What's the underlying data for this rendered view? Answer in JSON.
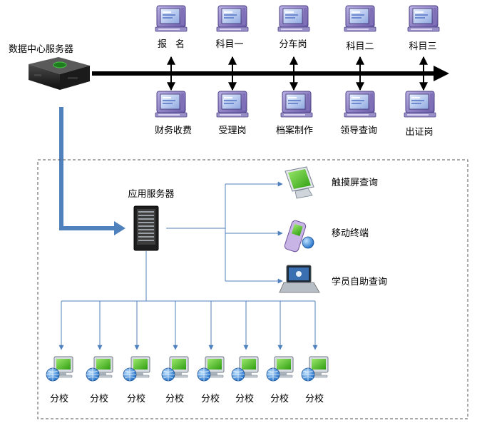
{
  "data_center": {
    "label": "数据中心服务器"
  },
  "top_terminals": [
    {
      "label": "报名"
    },
    {
      "label": "科目一"
    },
    {
      "label": "分车岗"
    },
    {
      "label": "科目二"
    },
    {
      "label": "科目三"
    }
  ],
  "bottom_terminals": [
    {
      "label": "财务收费"
    },
    {
      "label": "受理岗"
    },
    {
      "label": "档案制作"
    },
    {
      "label": "领导查询"
    },
    {
      "label": "出证岗"
    }
  ],
  "app_server": {
    "label": "应用服务器"
  },
  "outputs": [
    {
      "label": "触摸屏查询",
      "icon": "touchscreen-monitor-icon"
    },
    {
      "label": "移动终端",
      "icon": "mobile-phone-icon"
    },
    {
      "label": "学员自助查询",
      "icon": "laptop-icon"
    }
  ],
  "branches": [
    {
      "label": "分校"
    },
    {
      "label": "分校"
    },
    {
      "label": "分校"
    },
    {
      "label": "分校"
    },
    {
      "label": "分校"
    },
    {
      "label": "分校"
    },
    {
      "label": "分校"
    },
    {
      "label": "分校"
    }
  ],
  "colors": {
    "connector_blue": "#4f81bd",
    "dashed_border": "#555555",
    "backbone": "#000000",
    "screen_green": "#55c81e",
    "monitor_purple": "#8a78c0"
  }
}
